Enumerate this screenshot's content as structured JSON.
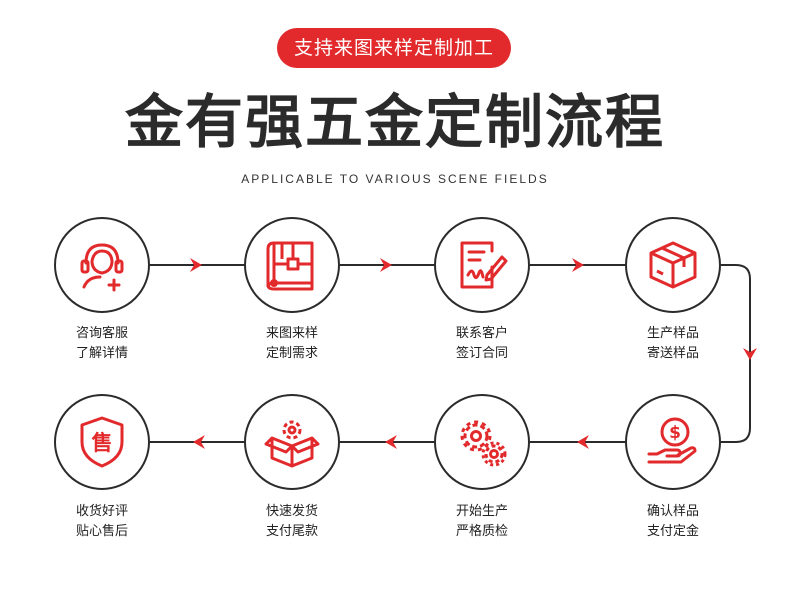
{
  "header": {
    "tag": "支持来图来样定制加工",
    "title": "金有强五金定制流程",
    "subtitle": "APPLICABLE TO VARIOUS SCENE FIELDS"
  },
  "steps": [
    {
      "line1": "咨询客服",
      "line2": "了解详情",
      "icon": "customer-service-icon"
    },
    {
      "line1": "来图来样",
      "line2": "定制需求",
      "icon": "blueprint-icon"
    },
    {
      "line1": "联系客户",
      "line2": "签订合同",
      "icon": "contract-icon"
    },
    {
      "line1": "生产样品",
      "line2": "寄送样品",
      "icon": "box-icon"
    },
    {
      "line1": "确认样品",
      "line2": "支付定金",
      "icon": "payment-icon"
    },
    {
      "line1": "开始生产",
      "line2": "严格质检",
      "icon": "gears-icon"
    },
    {
      "line1": "快速发货",
      "line2": "支付尾款",
      "icon": "delivery-box-icon"
    },
    {
      "line1": "收货好评",
      "line2": "贴心售后",
      "icon": "after-sales-icon"
    }
  ],
  "after_sales_icon_glyph": "售",
  "colors": {
    "accent": "#e22a2c",
    "text": "#2b2b2b",
    "line": "#2b2b2b"
  }
}
